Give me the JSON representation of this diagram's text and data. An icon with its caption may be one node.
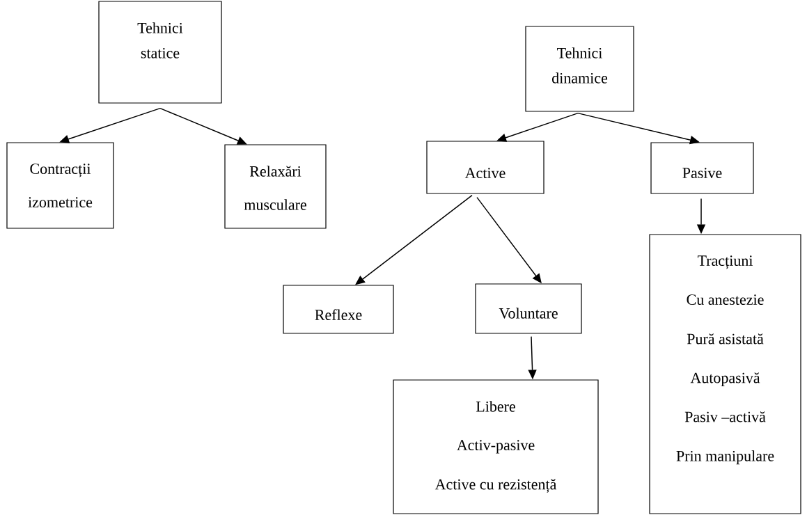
{
  "diagram": {
    "nodes": [
      {
        "text": [
          "Tehnici statice"
        ]
      },
      {
        "text": [
          "Contracții izometrice"
        ]
      },
      {
        "text": [
          "Relaxări musculare"
        ]
      },
      {
        "text": [
          "Tehnici dinamice"
        ]
      },
      {
        "text": [
          "Active"
        ]
      },
      {
        "text": [
          "Pasive"
        ]
      },
      {
        "text": [
          "Reflexe"
        ]
      },
      {
        "text": [
          "Voluntare"
        ]
      },
      {
        "text": [
          "Libere",
          "Activ-pasive",
          "Active cu rezistență"
        ]
      },
      {
        "text": [
          "Tracțiuni",
          "Cu anestezie",
          "Pură asistată",
          "Autopasivă",
          "Pasiv –activă",
          "Prin manipulare"
        ]
      }
    ],
    "edges": [
      {
        "from": 0,
        "to": 1,
        "arrow": "to"
      },
      {
        "from": 0,
        "to": 2,
        "arrow": "to"
      },
      {
        "from": 3,
        "to": 4,
        "arrow": "to"
      },
      {
        "from": 3,
        "to": 5,
        "arrow": "to"
      },
      {
        "from": 4,
        "to": 6,
        "arrow": "to"
      },
      {
        "from": 4,
        "to": 7,
        "arrow": "to"
      },
      {
        "from": 7,
        "to": 8,
        "arrow": "to"
      },
      {
        "from": 5,
        "to": 9,
        "arrow": "to"
      }
    ]
  }
}
